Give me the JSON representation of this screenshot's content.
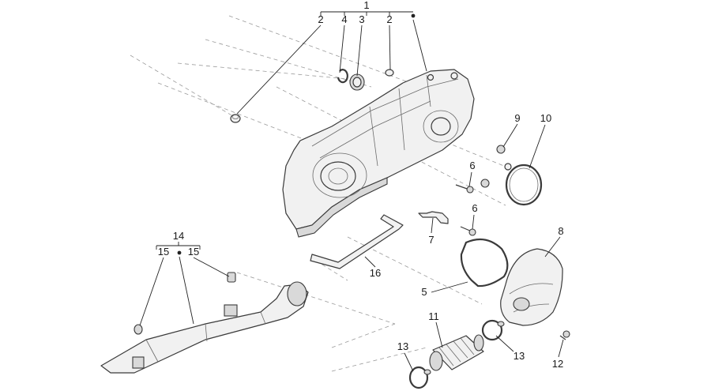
{
  "callouts": {
    "n1": "1",
    "n2a": "2",
    "n2b": "2",
    "n3": "3",
    "n4": "4",
    "n5": "5",
    "n6a": "6",
    "n6b": "6",
    "n7": "7",
    "n8": "8",
    "n9": "9",
    "n10": "10",
    "n11": "11",
    "n12": "12",
    "n13a": "13",
    "n13b": "13",
    "n14": "14",
    "n15a": "15",
    "n15b": "15",
    "n16": "16"
  }
}
